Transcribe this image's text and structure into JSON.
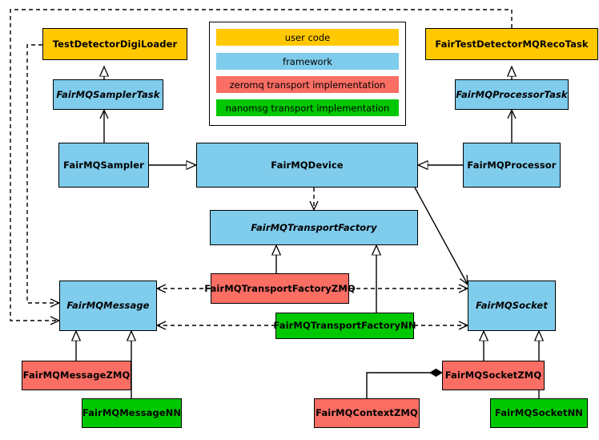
{
  "diagram": {
    "title": "FairMQ class diagram",
    "background": "#ffffff",
    "line_color": "#000000"
  },
  "palette": {
    "user_code": "#FFC800",
    "framework": "#7FCCEC",
    "zeromq": "#FA6E64",
    "nanomsg": "#00C800",
    "border": "#000000",
    "page_bg": "#ffffff"
  },
  "legend": {
    "name": "legend",
    "items": [
      {
        "label": "user code",
        "color_key": "user_code"
      },
      {
        "label": "framework",
        "color_key": "framework"
      },
      {
        "label": "zeromq transport implementation",
        "color_key": "zeromq"
      },
      {
        "label": "nanomsg transport implementation",
        "color_key": "nanomsg"
      }
    ]
  },
  "nodes": [
    {
      "id": "TestDetectorDigiLoader",
      "label": "TestDetectorDigiLoader",
      "category": "user_code",
      "abstract": false
    },
    {
      "id": "FairTestDetectorMQRecoTask",
      "label": "FairTestDetectorMQRecoTask",
      "category": "user_code",
      "abstract": false
    },
    {
      "id": "FairMQSamplerTask",
      "label": "FairMQSamplerTask",
      "category": "framework",
      "abstract": true
    },
    {
      "id": "FairMQProcessorTask",
      "label": "FairMQProcessorTask",
      "category": "framework",
      "abstract": true
    },
    {
      "id": "FairMQSampler",
      "label": "FairMQSampler",
      "category": "framework",
      "abstract": false
    },
    {
      "id": "FairMQDevice",
      "label": "FairMQDevice",
      "category": "framework",
      "abstract": false
    },
    {
      "id": "FairMQProcessor",
      "label": "FairMQProcessor",
      "category": "framework",
      "abstract": false
    },
    {
      "id": "FairMQTransportFactory",
      "label": "FairMQTransportFactory",
      "category": "framework",
      "abstract": true
    },
    {
      "id": "FairMQTransportFactoryZMQ",
      "label": "FairMQTransportFactoryZMQ",
      "category": "zeromq",
      "abstract": false
    },
    {
      "id": "FairMQTransportFactoryNN",
      "label": "FairMQTransportFactoryNN",
      "category": "nanomsg",
      "abstract": false
    },
    {
      "id": "FairMQMessage",
      "label": "FairMQMessage",
      "category": "framework",
      "abstract": true
    },
    {
      "id": "FairMQSocket",
      "label": "FairMQSocket",
      "category": "framework",
      "abstract": true
    },
    {
      "id": "FairMQMessageZMQ",
      "label": "FairMQMessageZMQ",
      "category": "zeromq",
      "abstract": false
    },
    {
      "id": "FairMQMessageNN",
      "label": "FairMQMessageNN",
      "category": "nanomsg",
      "abstract": false
    },
    {
      "id": "FairMQSocketZMQ",
      "label": "FairMQSocketZMQ",
      "category": "zeromq",
      "abstract": false
    },
    {
      "id": "FairMQSocketNN",
      "label": "FairMQSocketNN",
      "category": "nanomsg",
      "abstract": false
    },
    {
      "id": "FairMQContextZMQ",
      "label": "FairMQContextZMQ",
      "category": "zeromq",
      "abstract": false
    }
  ],
  "edges": [
    {
      "from": "FairMQSamplerTask",
      "to": "TestDetectorDigiLoader",
      "type": "generalization"
    },
    {
      "from": "FairMQProcessorTask",
      "to": "FairTestDetectorMQRecoTask",
      "type": "generalization"
    },
    {
      "from": "FairMQSampler",
      "to": "FairMQSamplerTask",
      "type": "association"
    },
    {
      "from": "FairMQProcessor",
      "to": "FairMQProcessorTask",
      "type": "association"
    },
    {
      "from": "FairMQSampler",
      "to": "FairMQDevice",
      "type": "generalization"
    },
    {
      "from": "FairMQProcessor",
      "to": "FairMQDevice",
      "type": "generalization"
    },
    {
      "from": "FairMQDevice",
      "to": "FairMQTransportFactory",
      "type": "dependency"
    },
    {
      "from": "FairMQDevice",
      "to": "FairMQSocket",
      "type": "association"
    },
    {
      "from": "FairMQTransportFactoryZMQ",
      "to": "FairMQTransportFactory",
      "type": "generalization"
    },
    {
      "from": "FairMQTransportFactoryNN",
      "to": "FairMQTransportFactory",
      "type": "generalization"
    },
    {
      "from": "FairMQTransportFactoryZMQ",
      "to": "FairMQMessage",
      "type": "dependency"
    },
    {
      "from": "FairMQTransportFactoryZMQ",
      "to": "FairMQSocket",
      "type": "dependency"
    },
    {
      "from": "FairMQTransportFactoryNN",
      "to": "FairMQMessage",
      "type": "dependency"
    },
    {
      "from": "FairMQTransportFactoryNN",
      "to": "FairMQSocket",
      "type": "dependency"
    },
    {
      "from": "TestDetectorDigiLoader",
      "to": "FairMQMessage",
      "type": "dependency"
    },
    {
      "from": "FairTestDetectorMQRecoTask",
      "to": "FairMQMessage",
      "type": "dependency"
    },
    {
      "from": "FairMQMessageZMQ",
      "to": "FairMQMessage",
      "type": "generalization"
    },
    {
      "from": "FairMQMessageNN",
      "to": "FairMQMessage",
      "type": "generalization"
    },
    {
      "from": "FairMQSocketZMQ",
      "to": "FairMQSocket",
      "type": "generalization"
    },
    {
      "from": "FairMQSocketNN",
      "to": "FairMQSocket",
      "type": "generalization"
    },
    {
      "from": "FairMQContextZMQ",
      "to": "FairMQSocketZMQ",
      "type": "composition"
    }
  ]
}
